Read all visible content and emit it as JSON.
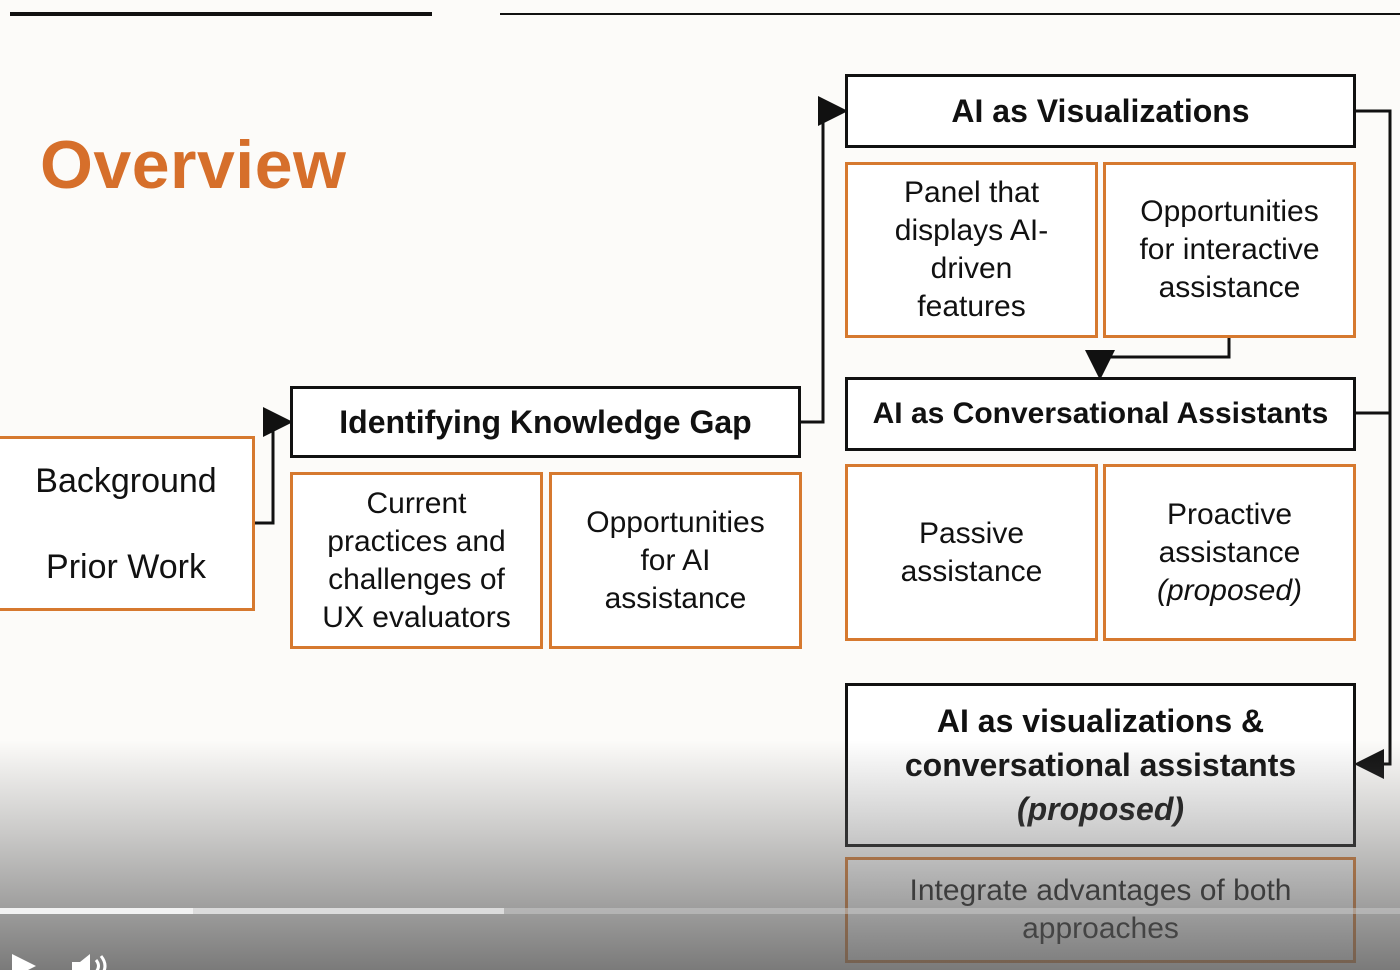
{
  "slide": {
    "title": "Overview",
    "background": {
      "line1": "Background",
      "line2": "Prior Work"
    },
    "knowledge_gap": {
      "header": "Identifying Knowledge Gap",
      "items": [
        "Current practices and challenges of UX evaluators",
        "Opportunities for AI assistance"
      ]
    },
    "visualizations": {
      "header": "AI as Visualizations",
      "items": [
        "Panel that displays AI-driven features",
        "Opportunities for interactive assistance"
      ]
    },
    "conversational": {
      "header": "AI as Conversational Assistants",
      "items": [
        "Passive assistance",
        "Proactive assistance",
        "(proposed)"
      ]
    },
    "combined": {
      "header_line1": "AI as visualizations &",
      "header_line2": "conversational assistants",
      "header_line3": "(proposed)",
      "item": "Integrate advantages of both approaches"
    }
  },
  "player": {
    "played_fraction": 0.138,
    "buffered_fraction": 0.36,
    "icons": [
      "play-icon",
      "volume-icon"
    ]
  },
  "colors": {
    "accent": "#d66f2b",
    "box_border_orange": "#d6792f",
    "box_border_dark": "#111111"
  }
}
